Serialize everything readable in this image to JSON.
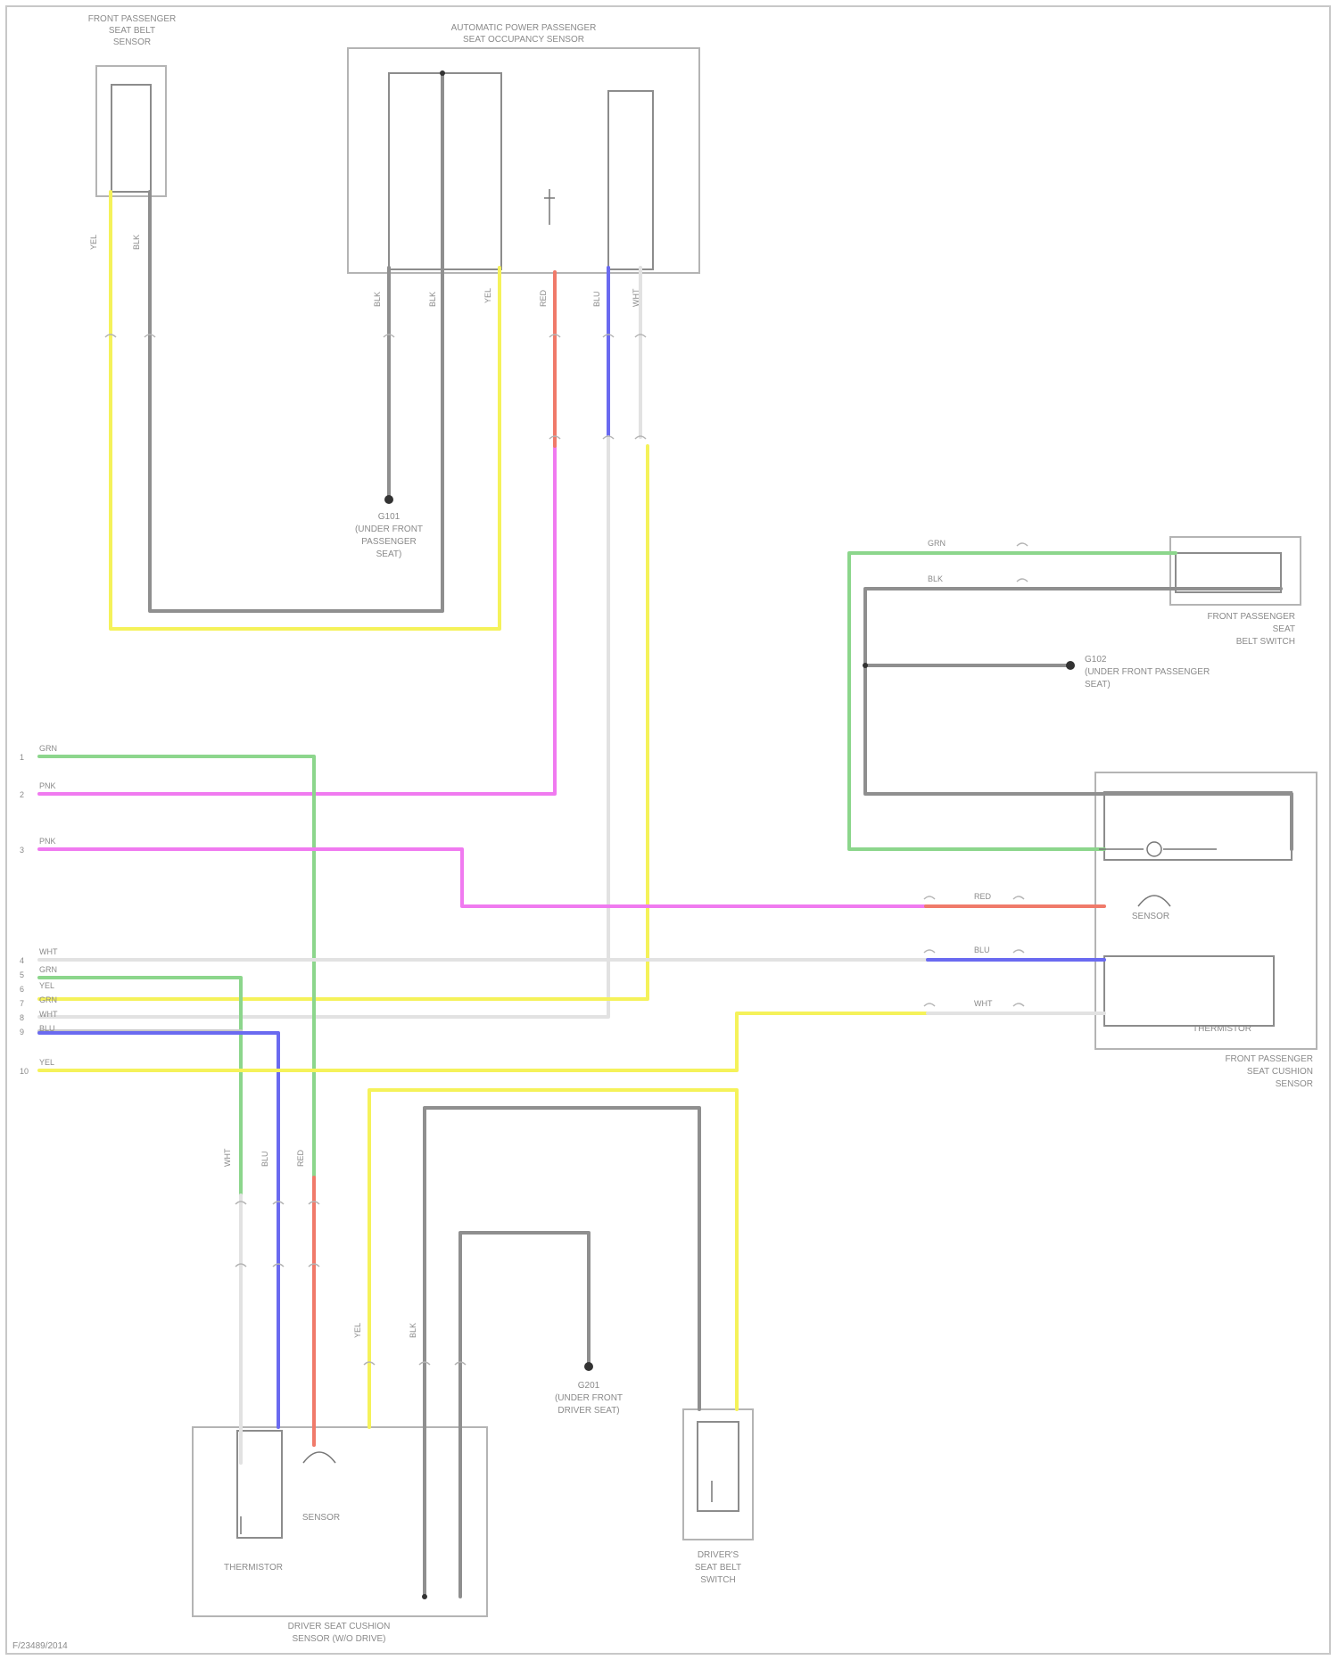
{
  "diagram": {
    "footer_code": "F/23489/2014",
    "colors": {
      "gray": "#8f8f8f",
      "white": "#e2e2e2",
      "yellow": "#f5f25a",
      "pink": "#f07af0",
      "red": "#f07a6a",
      "blue": "#6a6af0",
      "green": "#8cd68c",
      "box": "#b4b4b4"
    },
    "components": {
      "top_left": [
        "FRONT PASSENGER",
        "SEAT BELT",
        "SENSOR"
      ],
      "top_center": [
        "AUTOMATIC POWER PASSENGER",
        "SEAT OCCUPANCY SENSOR"
      ],
      "right_module": [
        "FRONT PASSENGER",
        "SEAT CUSHION",
        "SENSOR"
      ],
      "right_upper": [
        "FRONT PASSENGER",
        "SEAT",
        "BELT SWITCH"
      ],
      "bottom_left": [
        "DRIVER SEAT CUSHION",
        "SENSOR (W/O DRIVE)"
      ],
      "bottom_right": [
        "DRIVER'S",
        "SEAT BELT",
        "SWITCH"
      ]
    },
    "grounds": {
      "g1": [
        "G101",
        "(UNDER FRONT",
        "PASSENGER",
        "SEAT)"
      ],
      "g2": [
        "G102",
        "(UNDER FRONT PASSENGER",
        "SEAT)"
      ],
      "g3": [
        "G201",
        "(UNDER FRONT",
        "DRIVER SEAT)"
      ]
    },
    "labels": {
      "thermistor": "THERMISTOR",
      "pressure": "SENSOR"
    },
    "left_rows": [
      {
        "pin": "1",
        "wire": "GRN"
      },
      {
        "pin": "2",
        "wire": "PNK"
      },
      {
        "pin": "3",
        "wire": "PNK"
      },
      {
        "pin": "4",
        "wire": "WHT"
      },
      {
        "pin": "5",
        "wire": "GRN"
      },
      {
        "pin": "6",
        "wire": "YEL"
      },
      {
        "pin": "7",
        "wire": "GRN"
      },
      {
        "pin": "8",
        "wire": "WHT"
      },
      {
        "pin": "9",
        "wire": "BLU"
      },
      {
        "pin": "10",
        "wire": "YEL"
      }
    ],
    "wire_tags": {
      "top_left_a": "YEL",
      "top_left_b": "BLK",
      "tc_a": "BLK",
      "tc_b": "BLK",
      "tc_c": "YEL",
      "tc_d": "RED",
      "tc_e": "BLU",
      "tc_f": "WHT",
      "right_green": "GRN",
      "right_black": "BLK",
      "right_red": "RED",
      "right_blue": "BLU",
      "right_white": "WHT",
      "bottom_white": "WHT",
      "bottom_blue": "BLU",
      "bottom_red": "RED",
      "bottom_yellow": "YEL",
      "bottom_black": "BLK"
    }
  }
}
